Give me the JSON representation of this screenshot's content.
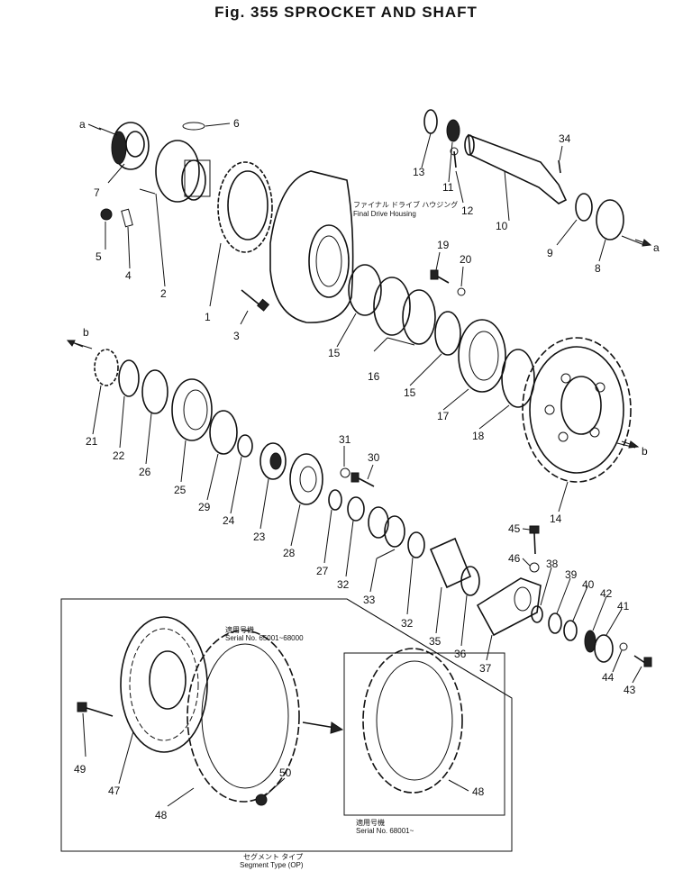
{
  "title": "Fig. 355   SPROCKET AND SHAFT",
  "housing": {
    "jp": "ファイナル ドライブ ハウジング",
    "en": "Final Drive Housing"
  },
  "inset": {
    "left_note_jp": "適用号機",
    "left_note_serial": "Serial No. 65001~68000",
    "right_note_jp": "適用号機",
    "right_note_serial": "Serial No. 68001~",
    "caption_jp": "セグメント タイプ",
    "caption_en": "Segment Type (OP)"
  },
  "arrow_refs": {
    "a": "a",
    "b": "b"
  },
  "labels": {
    "p1": "1",
    "p2": "2",
    "p3": "3",
    "p4": "4",
    "p5": "5",
    "p6": "6",
    "p7": "7",
    "p8": "8",
    "p9": "9",
    "p10": "10",
    "p11": "11",
    "p12": "12",
    "p13": "13",
    "p14": "14",
    "p15a": "15",
    "p15b": "15",
    "p16": "16",
    "p17": "17",
    "p18": "18",
    "p19": "19",
    "p20": "20",
    "p21": "21",
    "p22": "22",
    "p23": "23",
    "p24": "24",
    "p25": "25",
    "p26": "26",
    "p27": "27",
    "p28": "28",
    "p29": "29",
    "p30": "30",
    "p31": "31",
    "p32a": "32",
    "p32b": "32",
    "p33": "33",
    "p34": "34",
    "p35": "35",
    "p36": "36",
    "p37": "37",
    "p38": "38",
    "p39": "39",
    "p40": "40",
    "p41": "41",
    "p42": "42",
    "p43": "43",
    "p44": "44",
    "p45": "45",
    "p46": "46",
    "p47": "47",
    "p48a": "48",
    "p48b": "48",
    "p49": "49",
    "p50": "50"
  }
}
